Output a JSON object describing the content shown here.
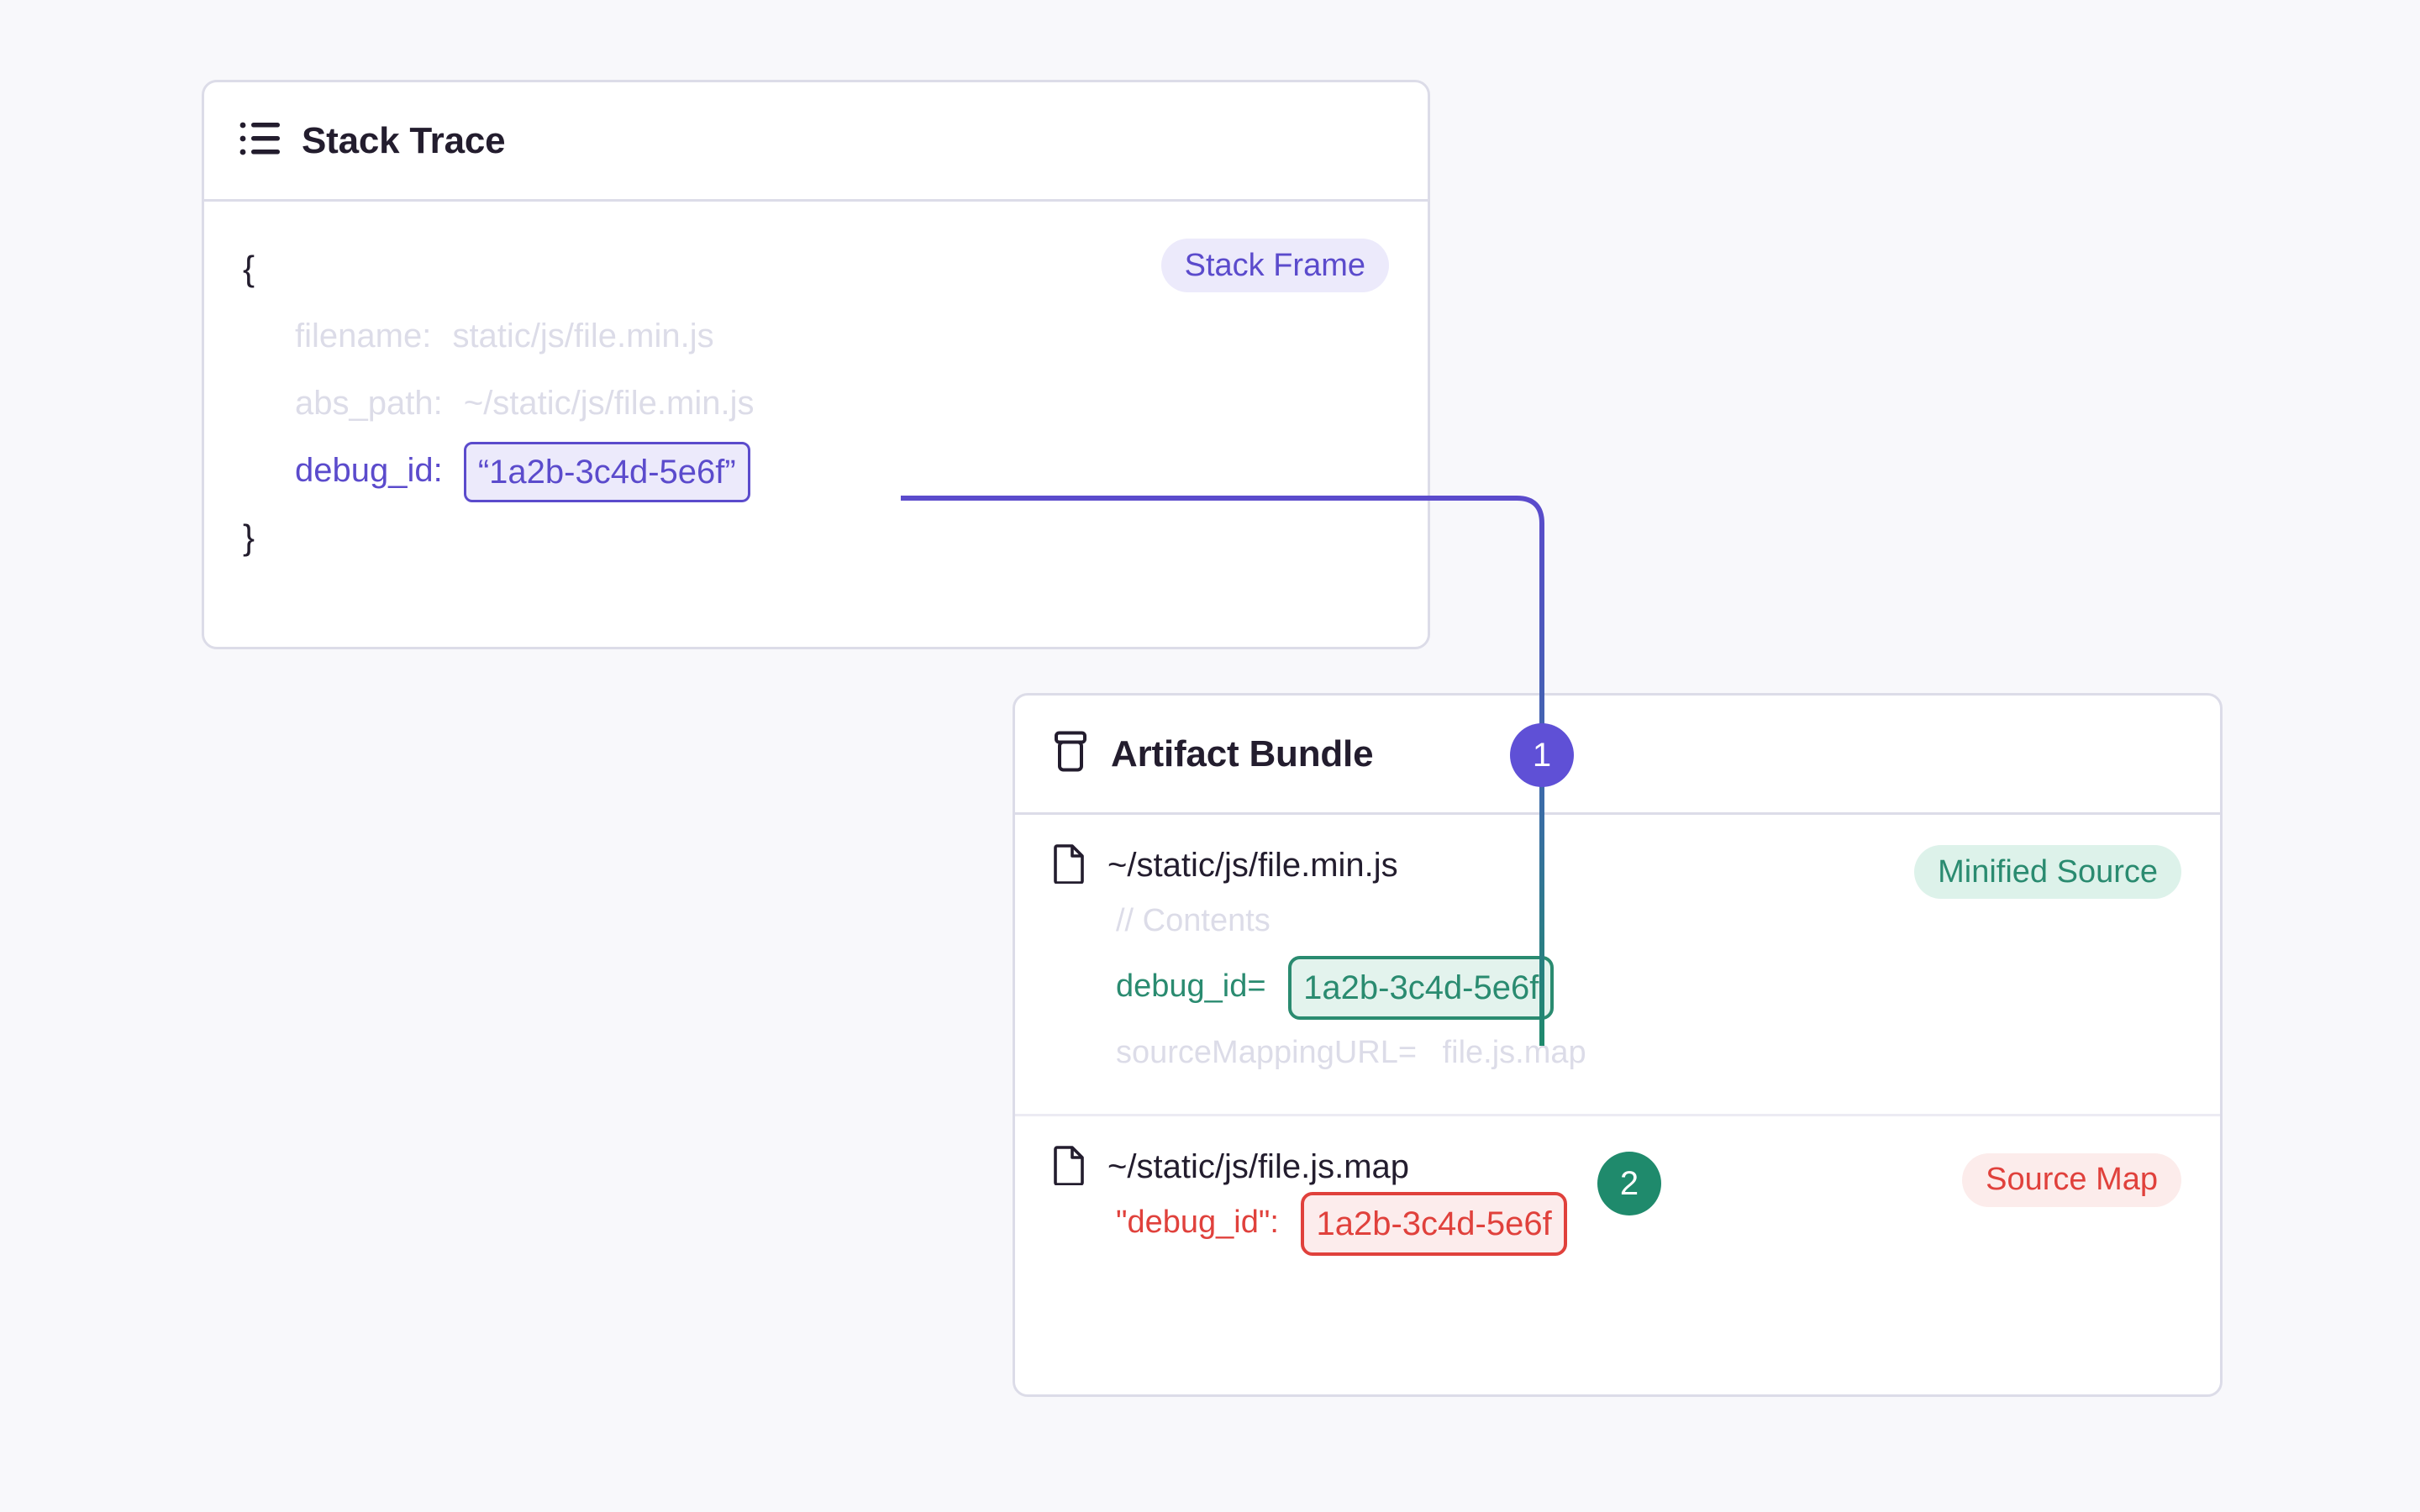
{
  "canvas": {
    "background": "#f8f8fb"
  },
  "colors": {
    "purple": "#5b4bcc",
    "purple_badge_bg": "#eceafb",
    "green": "#2a8b70",
    "green_badge_bg": "#ddf2ea",
    "red": "#e0413c",
    "red_badge_bg": "#fceceb",
    "card_border": "#dcdce8",
    "muted_text": "#dcdce8",
    "text": "#231d2e"
  },
  "stack_trace_card": {
    "title": "Stack Trace",
    "icon": "list-icon",
    "badge": "Stack Frame",
    "open_brace": "{",
    "close_brace": "}",
    "fields": [
      {
        "key": "filename:",
        "value": "static/js/file.min.js"
      },
      {
        "key": "abs_path:",
        "value": "~/static/js/file.min.js"
      }
    ],
    "debug_id": {
      "key": "debug_id:",
      "value": "“1a2b-3c4d-5e6f”"
    }
  },
  "artifact_bundle_card": {
    "title": "Artifact Bundle",
    "icon": "archive-box-icon",
    "sections": [
      {
        "file_icon": "file-icon",
        "path": "~/static/js/file.min.js",
        "badge": "Minified Source",
        "lines": [
          {
            "kind": "comment",
            "text": "// Contents"
          },
          {
            "kind": "debug_id",
            "key": "debug_id=",
            "value": "1a2b-3c4d-5e6f"
          },
          {
            "kind": "muted",
            "key": "sourceMappingURL=",
            "value": "file.js.map"
          }
        ]
      },
      {
        "file_icon": "file-icon",
        "path": "~/static/js/file.js.map",
        "badge": "Source Map",
        "lines": [
          {
            "kind": "debug_id",
            "key": "\"debug_id\":",
            "value": "1a2b-3c4d-5e6f"
          }
        ]
      }
    ]
  },
  "steps": [
    {
      "number": "1",
      "color": "#5f50d6"
    },
    {
      "number": "2",
      "color": "#1f8a6c"
    }
  ]
}
